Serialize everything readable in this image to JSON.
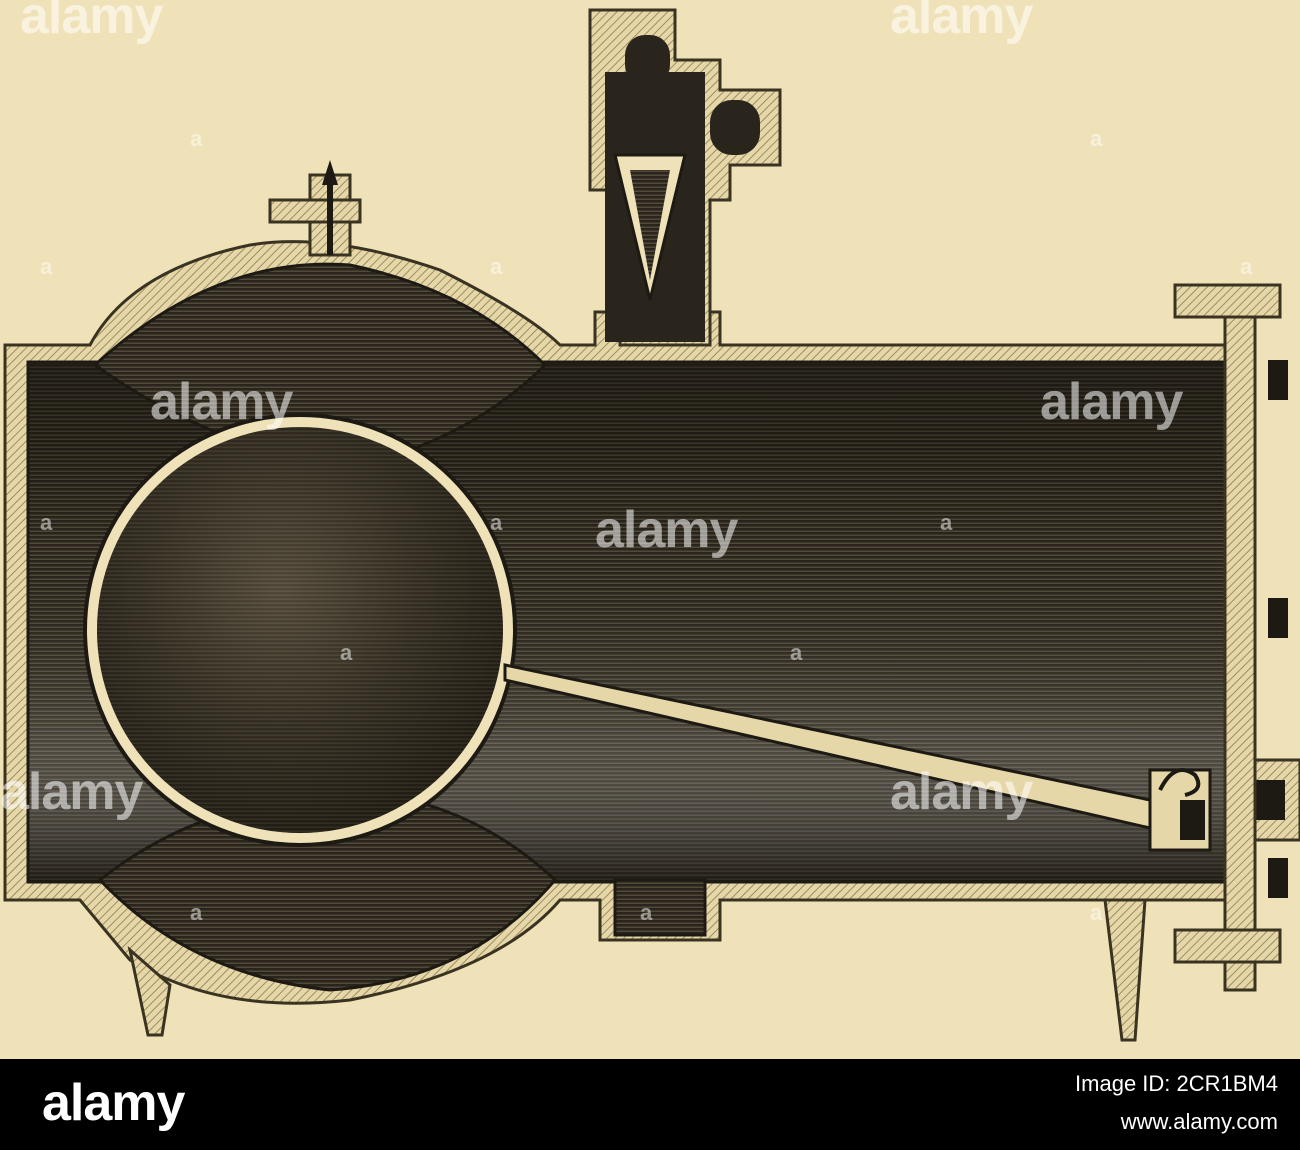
{
  "watermark": {
    "brand": "alamy",
    "marker": "a"
  },
  "footer": {
    "logo": "alamy",
    "image_id": "Image ID: 2CR1BM4",
    "site": "www.alamy.com"
  },
  "colors": {
    "paper": "#efe2b8",
    "ink": "#1d1a14",
    "casing": "#e3d4a4"
  }
}
